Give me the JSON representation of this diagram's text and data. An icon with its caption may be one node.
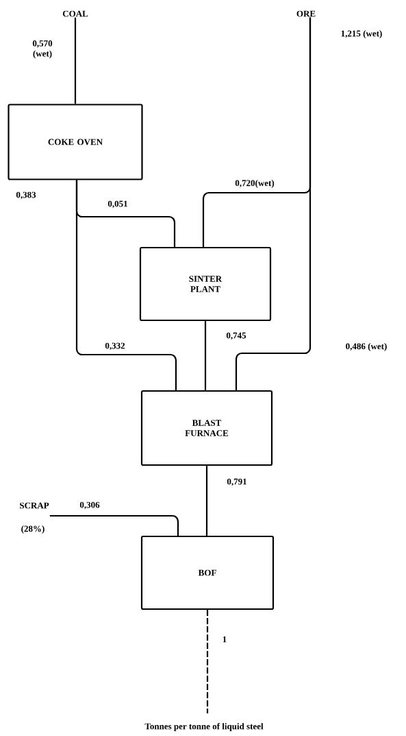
{
  "diagram": {
    "caption": "Tonnes per tonne of liquid steel",
    "nodes": [
      {
        "text": [
          "COAL"
        ]
      },
      {
        "text": [
          "ORE"
        ]
      },
      {
        "text": [
          "COKE OVEN"
        ]
      },
      {
        "text": [
          "SINTER PLANT"
        ]
      },
      {
        "text": [
          "BLAST FURNACE"
        ]
      },
      {
        "text": [
          "SCRAP"
        ],
        "beside": [
          "(28%)"
        ]
      },
      {
        "text": [
          "BOF"
        ]
      }
    ],
    "edges": [
      {
        "from": 0,
        "to": 2,
        "arrow": "none",
        "label": "0,570 (wet)"
      },
      {
        "from": 2,
        "to": 3,
        "arrow": "none",
        "label": "0,051"
      },
      {
        "from": 2,
        "to": 4,
        "arrow": "none",
        "label": "0,332"
      },
      {
        "from": 1,
        "to": 3,
        "arrow": "none",
        "label": "0,720(wet)"
      },
      {
        "from": 1,
        "to": 4,
        "arrow": "none",
        "label": "0,486 (wet)"
      },
      {
        "from": 3,
        "to": 4,
        "arrow": "none",
        "label": "0,745"
      },
      {
        "from": 4,
        "to": 6,
        "arrow": "none",
        "label": "0,791"
      },
      {
        "from": 5,
        "to": 6,
        "arrow": "none",
        "label": "0,306"
      },
      {
        "from": 6,
        "to": null,
        "arrow": "none",
        "label": "1",
        "style": "dashed"
      }
    ],
    "labels": [
      "1,215 (wet)",
      "0,383"
    ]
  }
}
